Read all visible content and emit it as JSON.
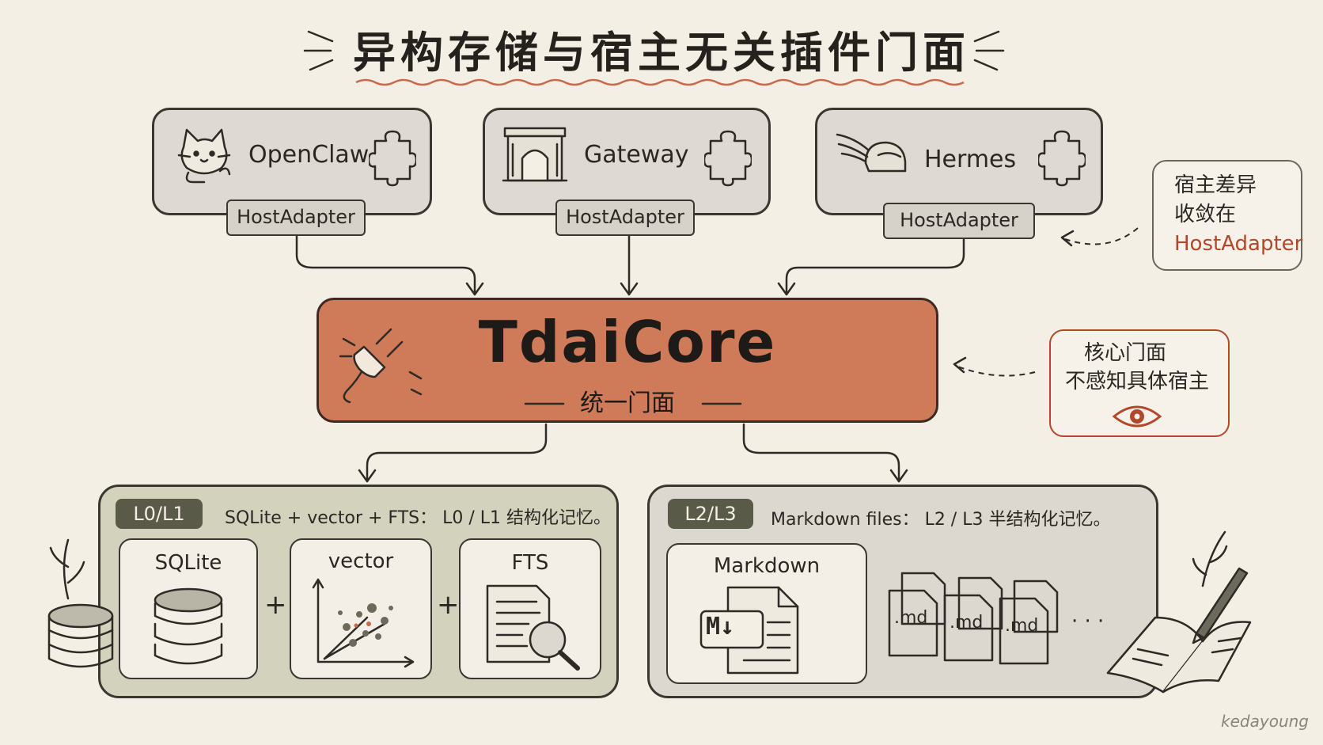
{
  "title": "异构存储与宿主无关插件门面",
  "hosts": [
    {
      "name": "OpenClaw",
      "icon": "cat-icon",
      "adapter": "HostAdapter"
    },
    {
      "name": "Gateway",
      "icon": "gateway-arch-icon",
      "adapter": "HostAdapter"
    },
    {
      "name": "Hermes",
      "icon": "winged-helmet-icon",
      "adapter": "HostAdapter"
    }
  ],
  "note_adapter": {
    "line1": "宿主差异",
    "line2": "收敛在",
    "highlight": "HostAdapter"
  },
  "core": {
    "title": "TdaiCore",
    "subtitle": "统一门面"
  },
  "note_core": {
    "line1": "核心门面",
    "line2": "不感知具体宿主"
  },
  "left_panel": {
    "badge": "L0/L1",
    "caption": "SQLite + vector + FTS： L0 / L1 结构化记忆。",
    "boxes": [
      "SQLite",
      "vector",
      "FTS"
    ],
    "plus": "+"
  },
  "right_panel": {
    "badge": "L2/L3",
    "caption": "Markdown files： L2 / L3 半结构化记忆。",
    "box": "Markdown",
    "md_icon_text": "M↓",
    "files": [
      ".md",
      ".md",
      ".md"
    ],
    "ellipsis": "· · ·"
  },
  "signature": "kedayoung",
  "colors": {
    "background": "#f4efe4",
    "core": "#cf7a58",
    "host_box": "#dedad3",
    "left_panel": "#d3d2bd",
    "right_panel": "#dcd8cf",
    "badge": "#5a5a48",
    "accent_text": "#b3472a"
  }
}
